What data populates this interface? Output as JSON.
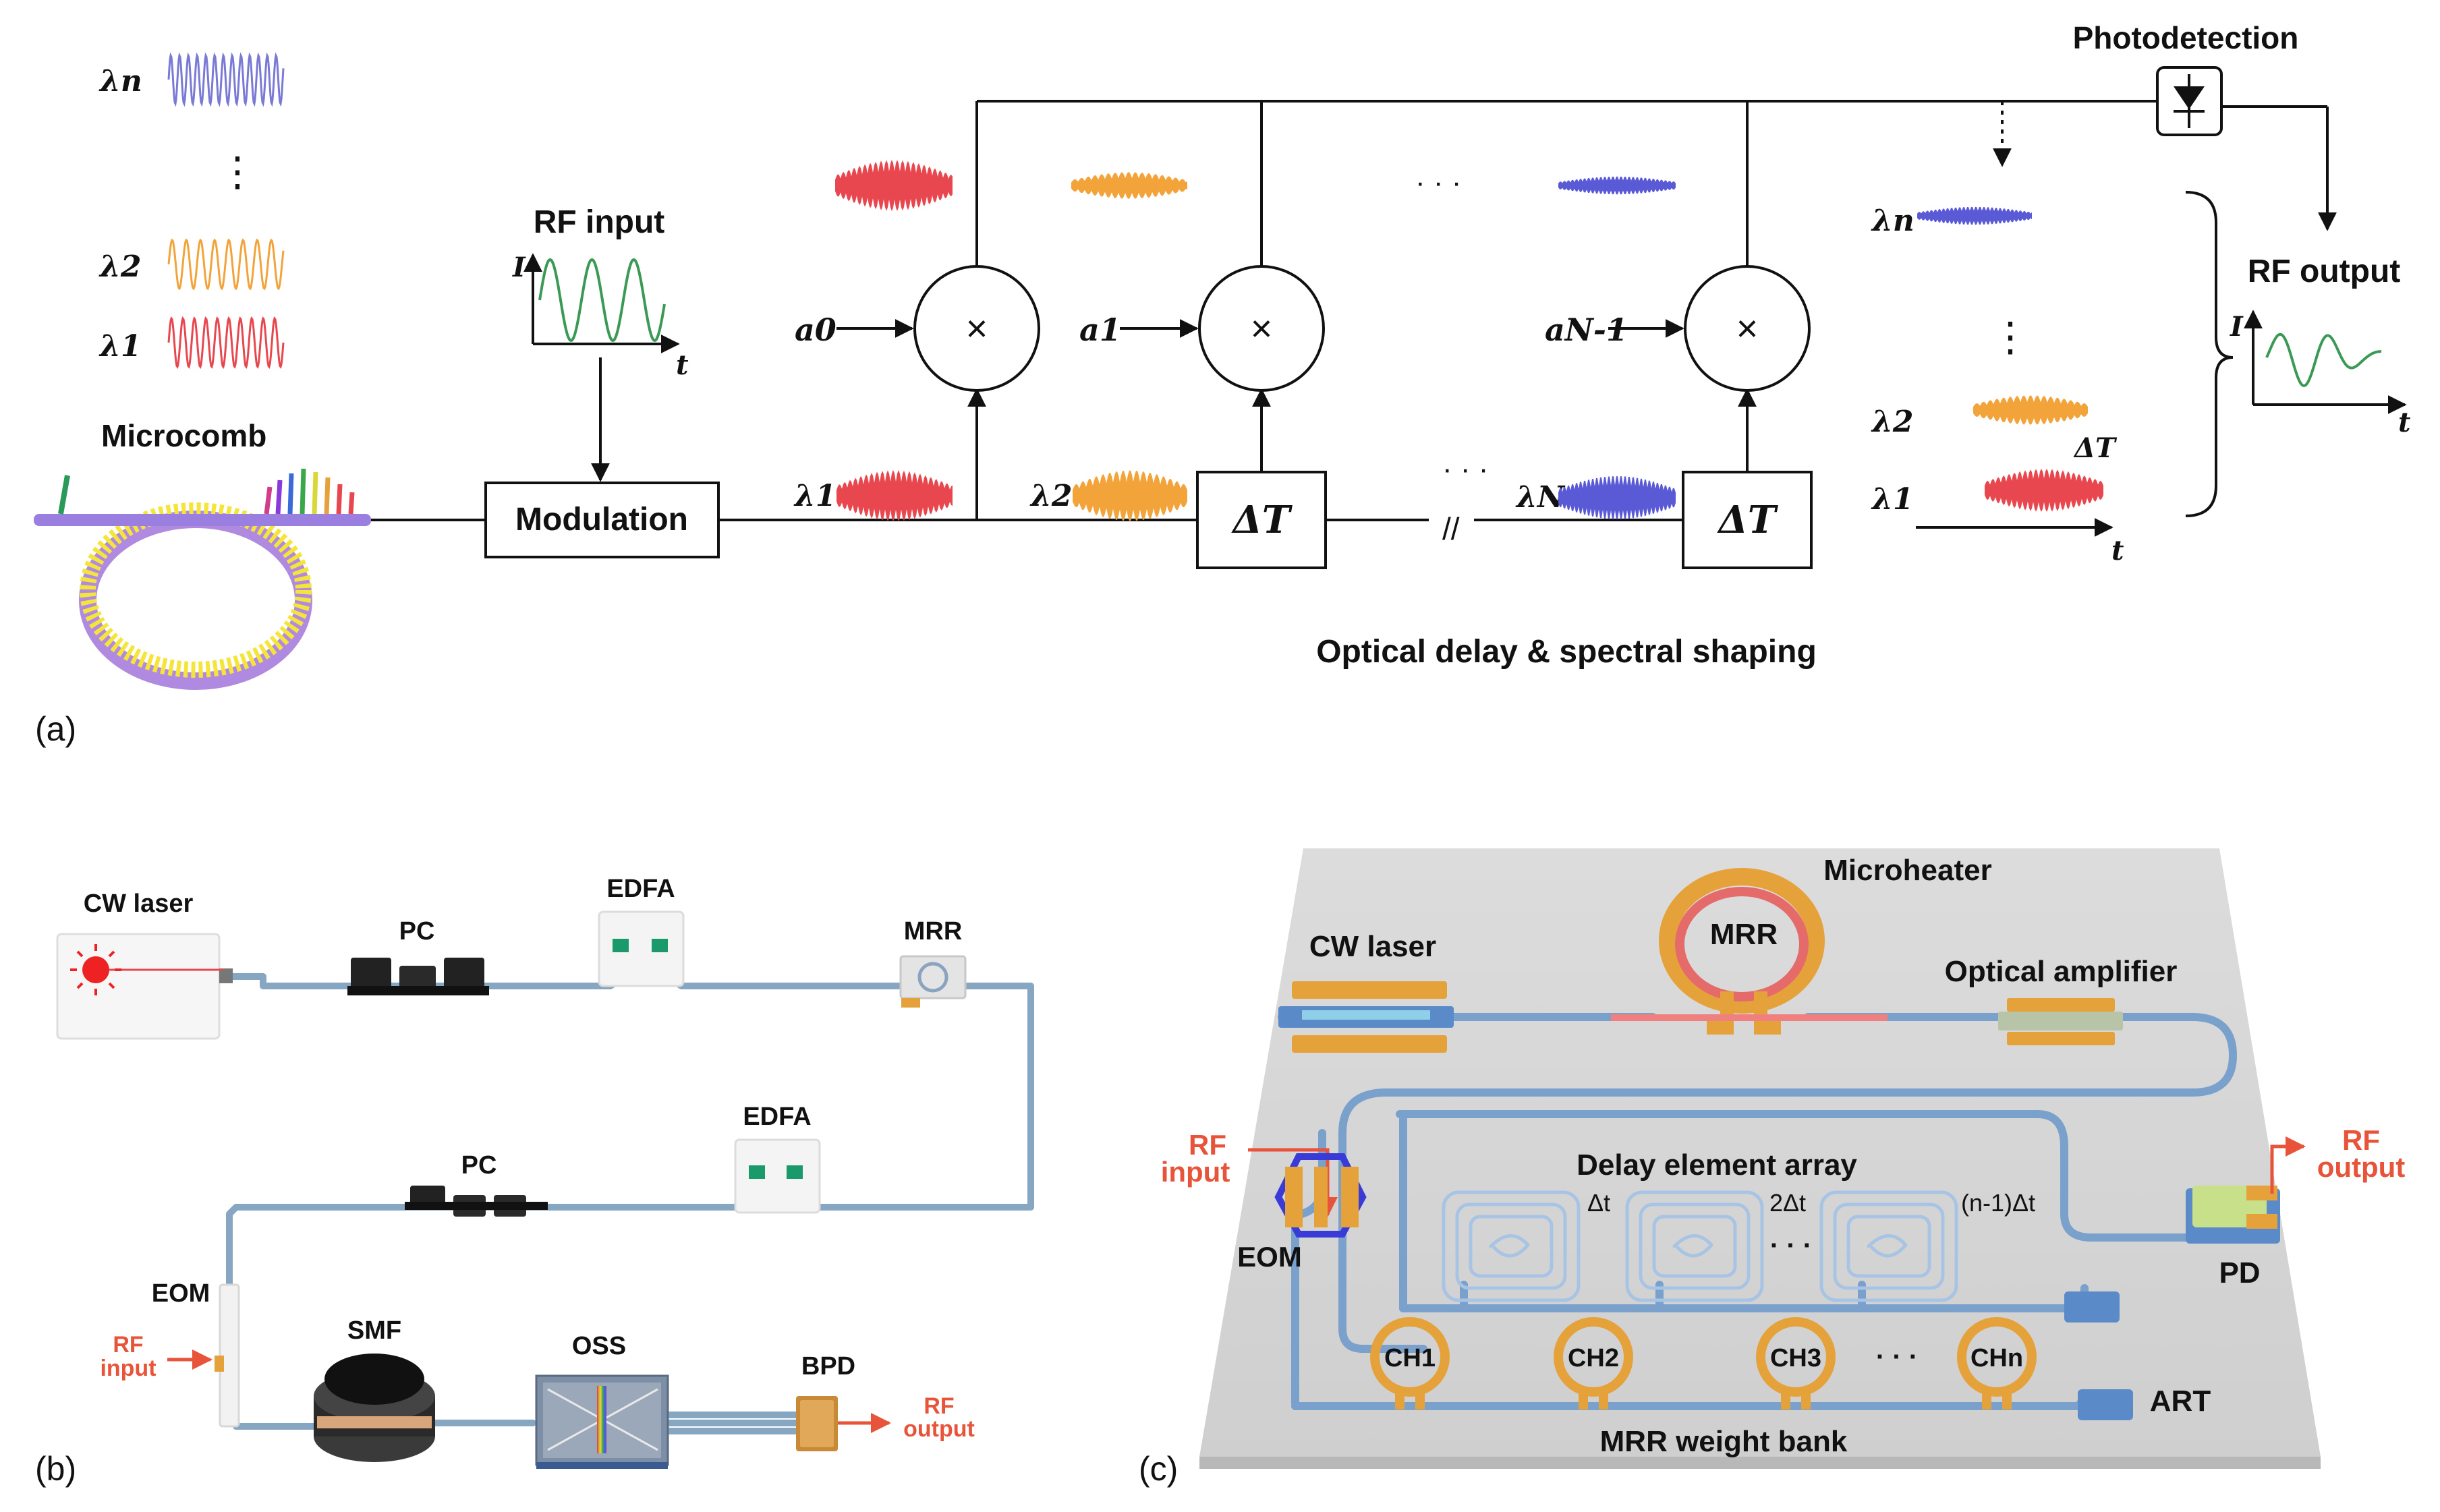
{
  "panel_a": {
    "panel_label": "(a)",
    "microcomb_label": "Microcomb",
    "lambda_n": "λn",
    "lambda_2": "λ2",
    "lambda_1": "λ1",
    "vertical_dots": "⋮",
    "rf_input_label": "RF input",
    "axis_i": "I",
    "axis_t": "t",
    "modulation_label": "Modulation",
    "weights": [
      "a0",
      "a1",
      "aN-1"
    ],
    "multiply_symbol": "×",
    "delay_label": "ΔT",
    "lambda_N": "λN",
    "break_mark": "//",
    "horizontal_dots": "· · ·",
    "photodetection_label": "Photodetection",
    "rf_output_label": "RF output",
    "delta_t_small": "ΔT",
    "caption": "Optical delay & spectral shaping",
    "colors": {
      "red": "#e8474f",
      "orange": "#f2a33a",
      "blue": "#5a5ad6",
      "green": "#3a9a55"
    }
  },
  "panel_b": {
    "panel_label": "(b)",
    "cw_laser": "CW laser",
    "pc_top": "PC",
    "edfa_top": "EDFA",
    "mrr": "MRR",
    "edfa_bottom": "EDFA",
    "pc_bottom": "PC",
    "eom": "EOM",
    "rf_input": [
      "RF",
      "input"
    ],
    "smf": "SMF",
    "oss": "OSS",
    "bpd": "BPD",
    "rf_output": [
      "RF",
      "output"
    ]
  },
  "panel_c": {
    "panel_label": "(c)",
    "microheater": "Microheater",
    "mrr": "MRR",
    "cw_laser": "CW laser",
    "optical_amplifier": "Optical amplifier",
    "rf_input": [
      "RF",
      "input"
    ],
    "rf_output": [
      "RF",
      "output"
    ],
    "delay_array": "Delay element array",
    "delay_labels": [
      "Δt",
      "2Δt",
      "(n-1)Δt"
    ],
    "dots": "· · ·",
    "eom": "EOM",
    "pd": "PD",
    "channels": [
      "CH1",
      "CH2",
      "CH3",
      "CHn"
    ],
    "art": "ART",
    "weight_bank": "MRR weight bank"
  }
}
